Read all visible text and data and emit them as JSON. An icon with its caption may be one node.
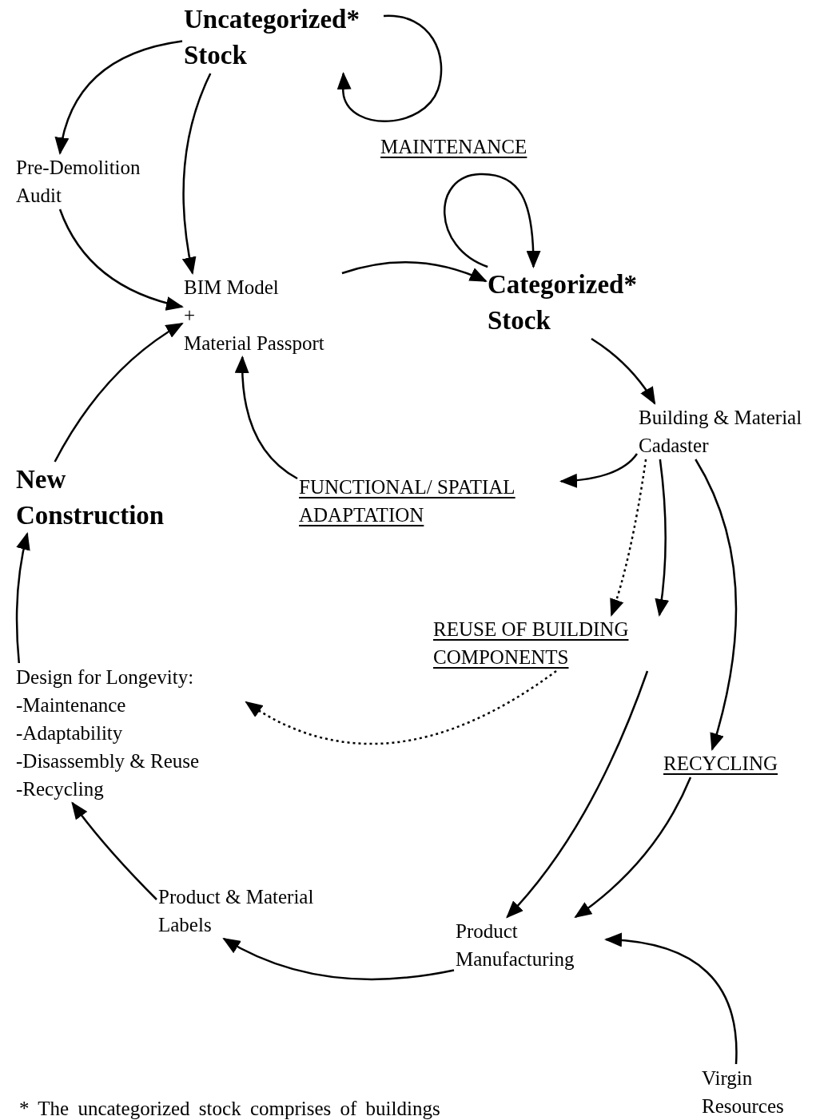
{
  "diagram": {
    "nodes": [
      {
        "text": [
          "Uncategorized* Stock"
        ]
      },
      {
        "text": [
          "MAINTENANCE"
        ]
      },
      {
        "text": [
          "Pre-Demolition Audit"
        ]
      },
      {
        "text": [
          "BIM Model",
          "+",
          "Material Passport"
        ]
      },
      {
        "text": [
          "Categorized* Stock"
        ]
      },
      {
        "text": [
          "Building & Material Cadaster"
        ]
      },
      {
        "text": [
          "New Construction"
        ]
      },
      {
        "text": [
          "FUNCTIONAL/ SPATIAL ADAPTATION"
        ]
      },
      {
        "text": [
          "REUSE OF BUILDING COMPONENTS"
        ]
      },
      {
        "text": [
          "Design for Longevity:",
          "-Maintenance",
          "-Adaptability",
          "-Disassembly & Reuse",
          "-Recycling"
        ]
      },
      {
        "text": [
          "RECYCLING"
        ]
      },
      {
        "text": [
          "Product & Material Labels"
        ]
      },
      {
        "text": [
          "Product Manufacturing"
        ]
      },
      {
        "text": [
          "Virgin Resources"
        ]
      }
    ],
    "edges": [
      {
        "from": 0,
        "to": 0,
        "arrow": "to"
      },
      {
        "from": 4,
        "to": 4,
        "arrow": "to"
      },
      {
        "from": 0,
        "to": 2,
        "arrow": "to"
      },
      {
        "from": 0,
        "to": 3,
        "arrow": "to"
      },
      {
        "from": 2,
        "to": 3,
        "arrow": "to"
      },
      {
        "from": 3,
        "to": 4,
        "arrow": "to"
      },
      {
        "from": 6,
        "to": 3,
        "arrow": "to"
      },
      {
        "from": 4,
        "to": 5,
        "arrow": "to"
      },
      {
        "from": 5,
        "to": 7,
        "arrow": "to"
      },
      {
        "from": 7,
        "to": 3,
        "arrow": "to"
      },
      {
        "from": 5,
        "to": 8,
        "arrow": "to",
        "style": "dashed"
      },
      {
        "from": 5,
        "to": 8,
        "arrow": "to"
      },
      {
        "from": 5,
        "to": 10,
        "arrow": "to"
      },
      {
        "from": 8,
        "to": 9,
        "arrow": "to",
        "style": "dashed"
      },
      {
        "from": 8,
        "to": 12,
        "arrow": "to"
      },
      {
        "from": 10,
        "to": 12,
        "arrow": "to"
      },
      {
        "from": 13,
        "to": 12,
        "arrow": "to"
      },
      {
        "from": 12,
        "to": 11,
        "arrow": "to"
      },
      {
        "from": 11,
        "to": 9,
        "arrow": "to"
      },
      {
        "from": 9,
        "to": 6,
        "arrow": "to"
      }
    ],
    "labels": [
      "* The uncategorized stock comprises of buildings"
    ]
  }
}
